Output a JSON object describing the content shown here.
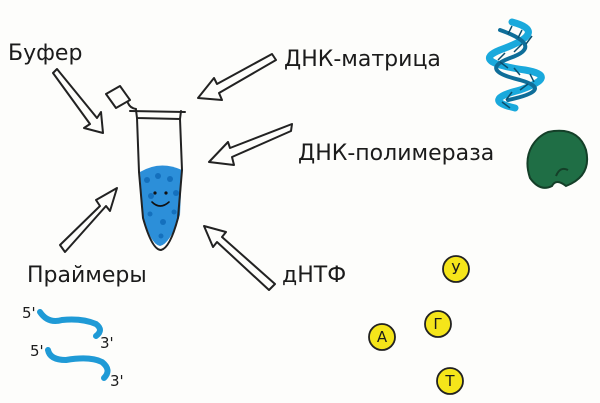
{
  "labels": {
    "buffer": "Буфер",
    "dna_template": "ДНК-матрица",
    "dna_polymerase": "ДНК-полимераза",
    "primers": "Праймеры",
    "dntp": "дНТФ"
  },
  "primers": [
    {
      "left_end": "5'",
      "right_end": "3'"
    },
    {
      "left_end": "5'",
      "right_end": "3'"
    }
  ],
  "nucleotides": [
    "У",
    "А",
    "Г",
    "Т"
  ],
  "colors": {
    "dna_helix": "#1aa9dc",
    "polymerase": "#1f6e45",
    "tube_liquid": "#1a86d6",
    "primer": "#1f9ad6",
    "nucleotide": "#f5e51a"
  }
}
